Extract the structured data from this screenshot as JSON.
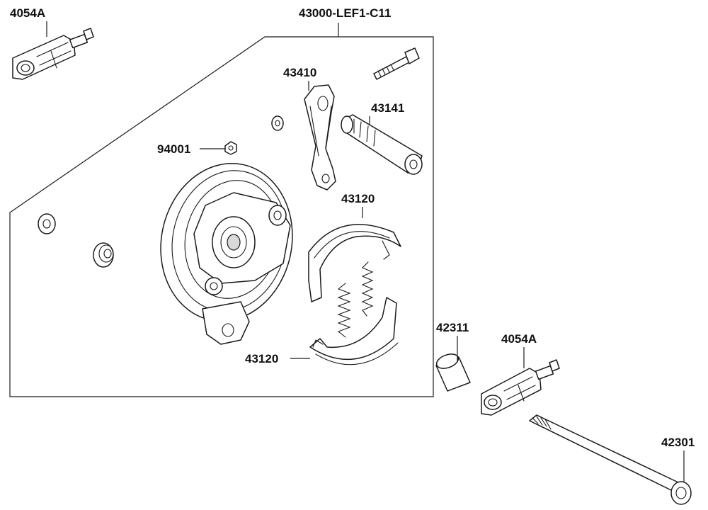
{
  "diagram": {
    "callouts": [
      {
        "id": "chain-adjuster-top",
        "code": "4054A"
      },
      {
        "id": "brake-panel-assembly",
        "code": "43000-LEF1-C11"
      },
      {
        "id": "brake-arm",
        "code": "43410"
      },
      {
        "id": "brake-cam",
        "code": "43141"
      },
      {
        "id": "nut",
        "code": "94001"
      },
      {
        "id": "brake-shoe-upper",
        "code": "43120"
      },
      {
        "id": "brake-shoe-lower",
        "code": "43120"
      },
      {
        "id": "collar",
        "code": "42311"
      },
      {
        "id": "chain-adjuster-bottom",
        "code": "4054A"
      },
      {
        "id": "axle",
        "code": "42301"
      }
    ]
  }
}
